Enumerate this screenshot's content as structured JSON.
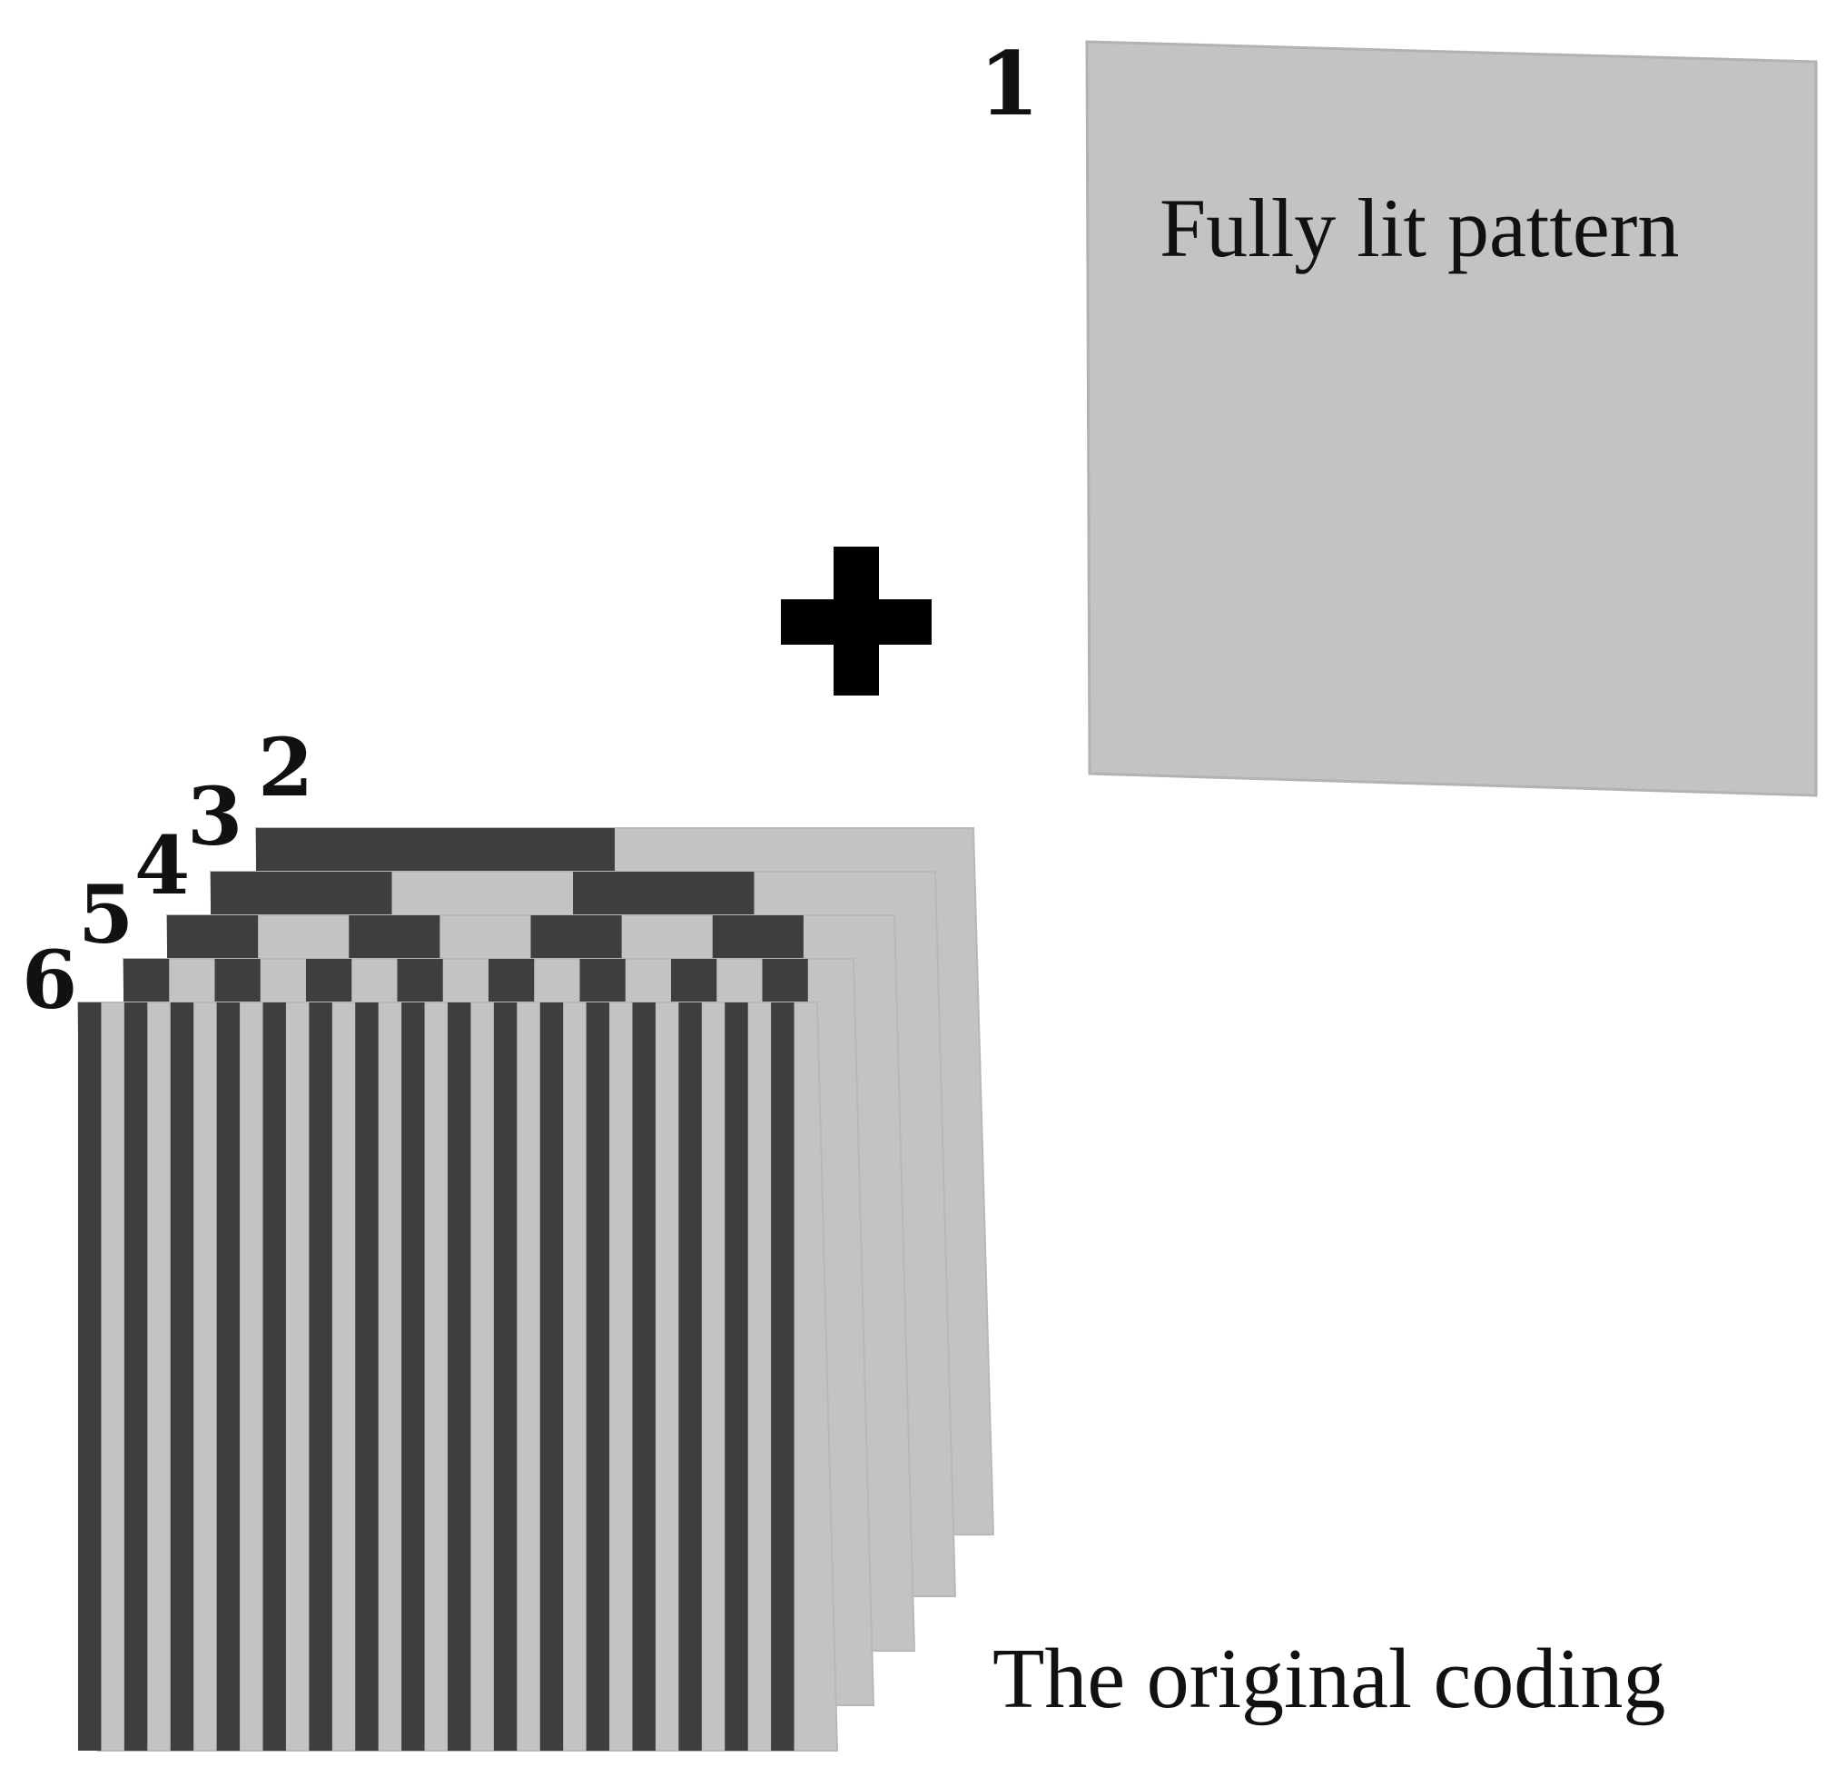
{
  "colors": {
    "light": "#c3c3c3",
    "dark": "#3e3e3e",
    "frame": "#b8b8b8",
    "text": "#111111"
  },
  "fully_lit": {
    "number": "1",
    "label": "Fully lit pattern"
  },
  "plus_symbol": "+",
  "coding": {
    "label": "The original coding",
    "patterns": [
      {
        "number": "2",
        "stripes": 2
      },
      {
        "number": "3",
        "stripes": 4
      },
      {
        "number": "4",
        "stripes": 8
      },
      {
        "number": "5",
        "stripes": 16
      },
      {
        "number": "6",
        "stripes": 32
      }
    ]
  }
}
